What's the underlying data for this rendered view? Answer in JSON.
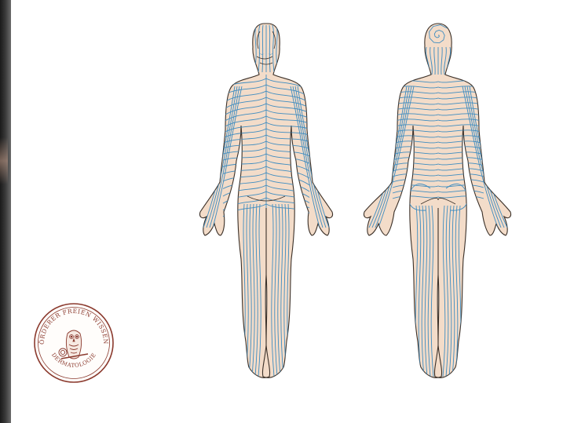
{
  "colors": {
    "skin": "#f3dcc9",
    "outline": "#3b3028",
    "blaschko_lines": "#3e8cc0",
    "seal": "#8b3a2e"
  },
  "figures": [
    {
      "id": "front",
      "view": "anterior"
    },
    {
      "id": "back",
      "view": "posterior"
    }
  ],
  "seal": {
    "top_text": "FÖRDERER FREIEN WISSENS",
    "bottom_text": "DERMATOLOGIE",
    "icon": "owl-icon"
  }
}
